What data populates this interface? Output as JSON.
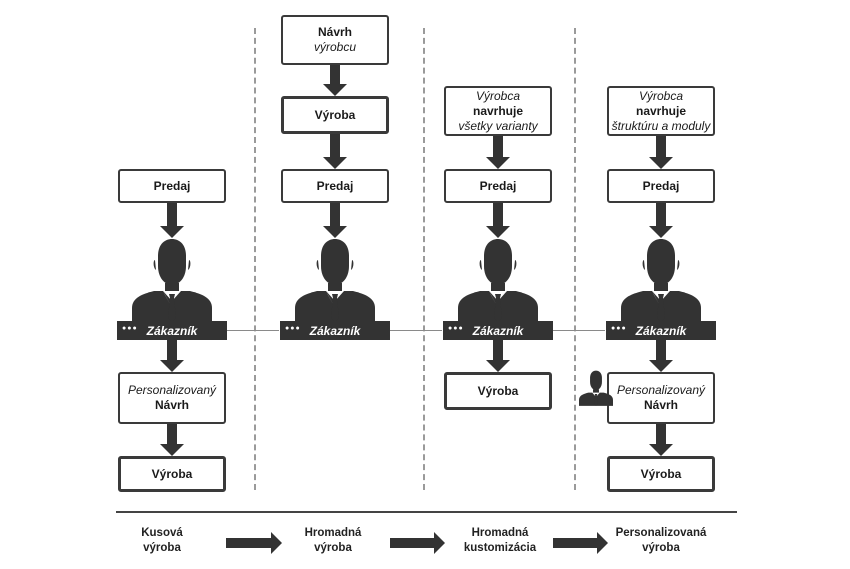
{
  "columns": [
    {
      "top_boxes": [
        {
          "lines": [
            {
              "text": "Predaj",
              "style": "b"
            }
          ]
        }
      ],
      "customer_label": "Zákazník",
      "bottom_boxes": [
        {
          "lines": [
            {
              "text": "Personalizovaný",
              "style": "i"
            },
            {
              "text": "Návrh",
              "style": "b"
            }
          ]
        },
        {
          "lines": [
            {
              "text": "Výroba",
              "style": "b"
            }
          ]
        }
      ]
    },
    {
      "top_boxes": [
        {
          "lines": [
            {
              "text": "Návrh",
              "style": "b"
            },
            {
              "text": "výrobcu",
              "style": "i"
            }
          ]
        },
        {
          "lines": [
            {
              "text": "Výroba",
              "style": "b"
            }
          ]
        },
        {
          "lines": [
            {
              "text": "Predaj",
              "style": "b"
            }
          ]
        }
      ],
      "customer_label": "Zákazník",
      "bottom_boxes": []
    },
    {
      "top_boxes": [
        {
          "lines": [
            {
              "text": "Výrobca",
              "style": "i"
            },
            {
              "text": "navrhuje",
              "style": "b"
            },
            {
              "text": "všetky varianty",
              "style": "i"
            }
          ]
        },
        {
          "lines": [
            {
              "text": "Predaj",
              "style": "b"
            }
          ]
        }
      ],
      "customer_label": "Zákazník",
      "bottom_boxes": [
        {
          "lines": [
            {
              "text": "Výroba",
              "style": "b"
            }
          ]
        }
      ]
    },
    {
      "top_boxes": [
        {
          "lines": [
            {
              "text": "Výrobca",
              "style": "i"
            },
            {
              "text": "navrhuje",
              "style": "b"
            },
            {
              "text": "štruktúru a moduly",
              "style": "i"
            }
          ]
        },
        {
          "lines": [
            {
              "text": "Predaj",
              "style": "b"
            }
          ]
        }
      ],
      "customer_label": "Zákazník",
      "bottom_boxes": [
        {
          "lines": [
            {
              "text": "Personalizovaný",
              "style": "i"
            },
            {
              "text": "Návrh",
              "style": "b"
            }
          ]
        },
        {
          "lines": [
            {
              "text": "Výroba",
              "style": "b"
            }
          ]
        }
      ]
    }
  ],
  "stages": [
    {
      "line1": "Kusová",
      "line2": "výroba"
    },
    {
      "line1": "Hromadná",
      "line2": "výroba"
    },
    {
      "line1": "Hromadná",
      "line2": "kustomizácia"
    },
    {
      "line1": "Personalizovaná",
      "line2": "výroba"
    }
  ],
  "colors": {
    "ink": "#333333",
    "border": "#3a3a3a",
    "divider": "#9a9a9a"
  },
  "icons": [
    "customer-person-icon",
    "arrow-down-icon",
    "arrow-right-icon",
    "small-person-icon"
  ]
}
